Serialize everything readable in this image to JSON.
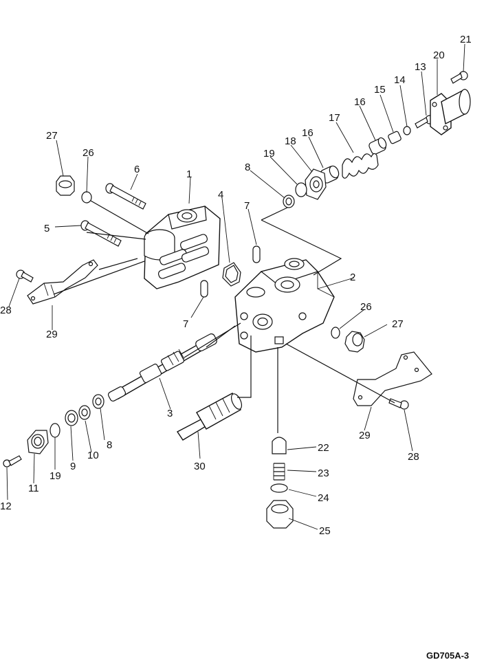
{
  "diagram": {
    "drawing_code": "GD705A-3",
    "callouts": [
      {
        "id": "c1",
        "text": "1"
      },
      {
        "id": "c2",
        "text": "2"
      },
      {
        "id": "c3",
        "text": "3"
      },
      {
        "id": "c4",
        "text": "4"
      },
      {
        "id": "c5",
        "text": "5"
      },
      {
        "id": "c6",
        "text": "6"
      },
      {
        "id": "c7a",
        "text": "7"
      },
      {
        "id": "c7b",
        "text": "7"
      },
      {
        "id": "c8a",
        "text": "8"
      },
      {
        "id": "c8b",
        "text": "8"
      },
      {
        "id": "c9",
        "text": "9"
      },
      {
        "id": "c10",
        "text": "10"
      },
      {
        "id": "c11",
        "text": "11"
      },
      {
        "id": "c12",
        "text": "12"
      },
      {
        "id": "c13",
        "text": "13"
      },
      {
        "id": "c14",
        "text": "14"
      },
      {
        "id": "c15",
        "text": "15"
      },
      {
        "id": "c16a",
        "text": "16"
      },
      {
        "id": "c16b",
        "text": "16"
      },
      {
        "id": "c17",
        "text": "17"
      },
      {
        "id": "c18",
        "text": "18"
      },
      {
        "id": "c19a",
        "text": "19"
      },
      {
        "id": "c19b",
        "text": "19"
      },
      {
        "id": "c20",
        "text": "20"
      },
      {
        "id": "c21",
        "text": "21"
      },
      {
        "id": "c22",
        "text": "22"
      },
      {
        "id": "c23",
        "text": "23"
      },
      {
        "id": "c24",
        "text": "24"
      },
      {
        "id": "c25",
        "text": "25"
      },
      {
        "id": "c26a",
        "text": "26"
      },
      {
        "id": "c26b",
        "text": "26"
      },
      {
        "id": "c27a",
        "text": "27"
      },
      {
        "id": "c27b",
        "text": "27"
      },
      {
        "id": "c28a",
        "text": "28"
      },
      {
        "id": "c28b",
        "text": "28"
      },
      {
        "id": "c29a",
        "text": "29"
      },
      {
        "id": "c29b",
        "text": "29"
      },
      {
        "id": "c30",
        "text": "30"
      }
    ]
  }
}
